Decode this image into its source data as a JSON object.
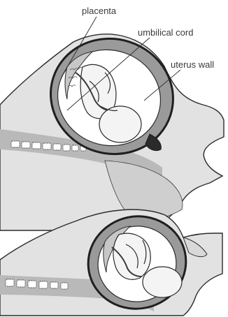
{
  "labels": {
    "placenta": "placenta",
    "umbilical_cord": "umbilical cord",
    "uterus_wall": "uterus wall"
  },
  "colors": {
    "ink": "#2b2b2b",
    "shade_dark": "#8c8c8c",
    "shade_mid": "#b4b4b4",
    "shade_light": "#d3d3d3",
    "paper": "#ffffff"
  }
}
